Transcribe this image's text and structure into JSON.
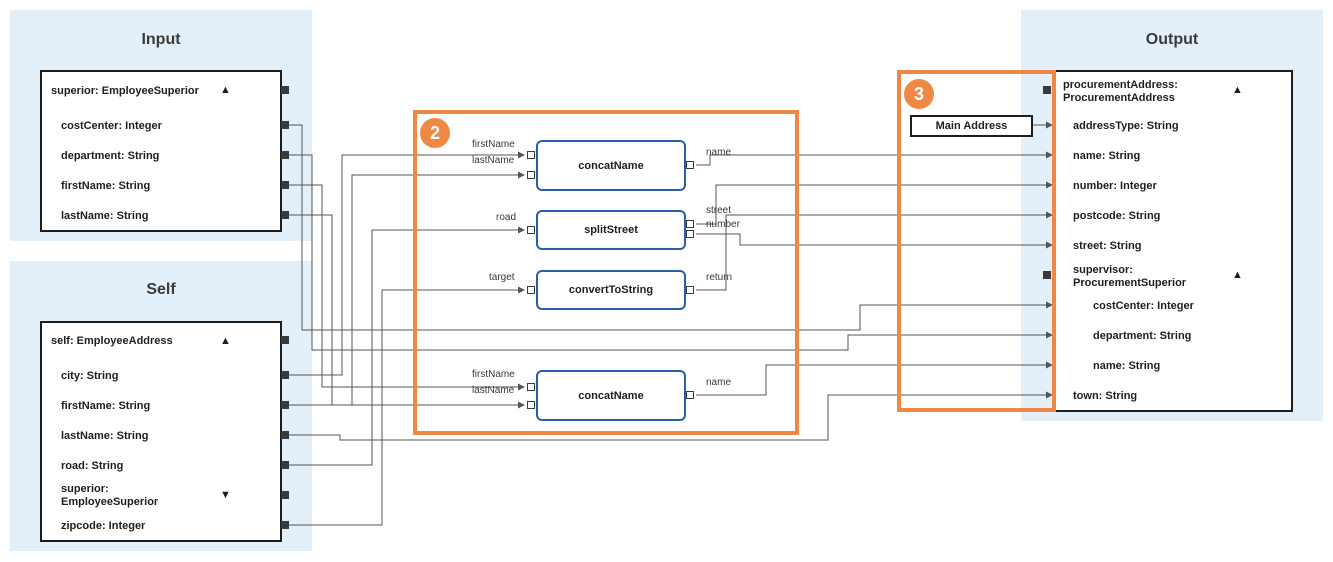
{
  "colors": {
    "panel": "#e4f0f9",
    "accent": "#f08844",
    "function_border": "#2c5ea8",
    "wire": "#555555"
  },
  "panels": {
    "input_title": "Input",
    "self_title": "Self",
    "output_title": "Output"
  },
  "input_box": {
    "header": "superior: EmployeeSuperior",
    "header_icon": "chevron-up-icon",
    "fields": [
      "costCenter: Integer",
      "department: String",
      "firstName: String",
      "lastName: String"
    ]
  },
  "self_box": {
    "header": "self: EmployeeAddress",
    "header_icon": "chevron-up-icon",
    "fields": [
      "city: String",
      "firstName: String",
      "lastName: String",
      "road: String"
    ],
    "superior_label_1": "superior:",
    "superior_label_2": "EmployeeSuperior",
    "superior_icon": "chevron-down-icon",
    "zipcode": "zipcode: Integer"
  },
  "output_box": {
    "header_1": "procurementAddress:",
    "header_2": "ProcurementAddress",
    "header_icon": "chevron-up-icon",
    "fields": [
      "addressType: String",
      "name: String",
      "number: Integer",
      "postcode: String",
      "street: String"
    ],
    "supervisor_1": "supervisor:",
    "supervisor_2": "ProcurementSuperior",
    "supervisor_icon": "chevron-up-icon",
    "supervisor_fields": [
      "costCenter: Integer",
      "department: String",
      "name: String"
    ],
    "town": "town: String"
  },
  "functions": [
    {
      "name": "concatName",
      "inputs": [
        "firstName",
        "lastName"
      ],
      "output": "name"
    },
    {
      "name": "splitStreet",
      "inputs": [
        "road"
      ],
      "outputs": [
        "street",
        "number"
      ]
    },
    {
      "name": "convertToString",
      "inputs": [
        "target"
      ],
      "output": "return"
    },
    {
      "name": "concatName",
      "inputs": [
        "firstName",
        "lastName"
      ],
      "output": "name"
    }
  ],
  "constant": "Main Address",
  "badges": [
    "2",
    "3"
  ]
}
